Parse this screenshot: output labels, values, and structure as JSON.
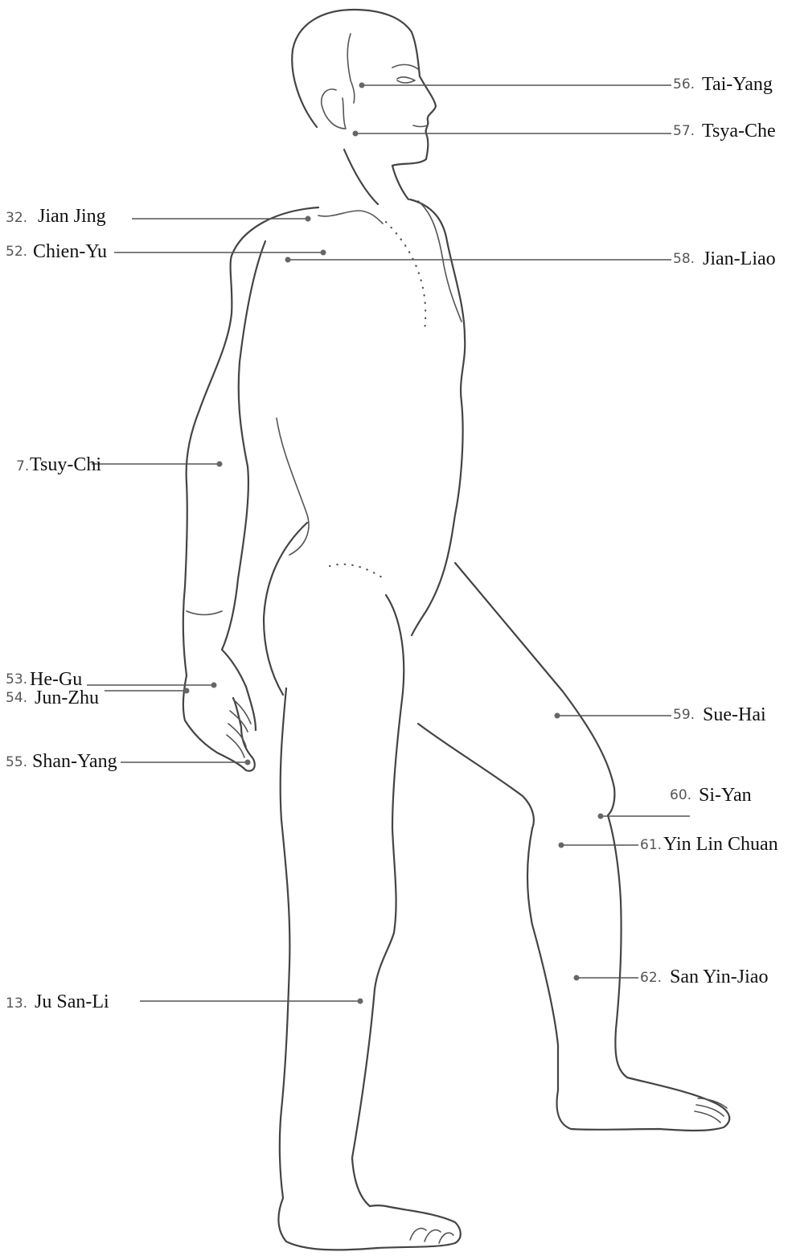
{
  "points": [
    {
      "num": "56.",
      "name": "Tai-Yang"
    },
    {
      "num": "57.",
      "name": "Tsya-Che"
    },
    {
      "num": "32.",
      "name": "Jian Jing"
    },
    {
      "num": "52.",
      "name": "Chien-Yu"
    },
    {
      "num": "58.",
      "name": "Jian-Liao"
    },
    {
      "num": "7.",
      "name": "Tsuy-Chi"
    },
    {
      "num": "53.",
      "name": "He-Gu"
    },
    {
      "num": "54.",
      "name": "Jun-Zhu"
    },
    {
      "num": "55.",
      "name": "Shan-Yang"
    },
    {
      "num": "59.",
      "name": "Sue-Hai"
    },
    {
      "num": "60.",
      "name": "Si-Yan"
    },
    {
      "num": "61.",
      "name": "Yin Lin Chuan"
    },
    {
      "num": "62.",
      "name": "San Yin-Jiao"
    },
    {
      "num": "13.",
      "name": "Ju San-Li"
    }
  ]
}
